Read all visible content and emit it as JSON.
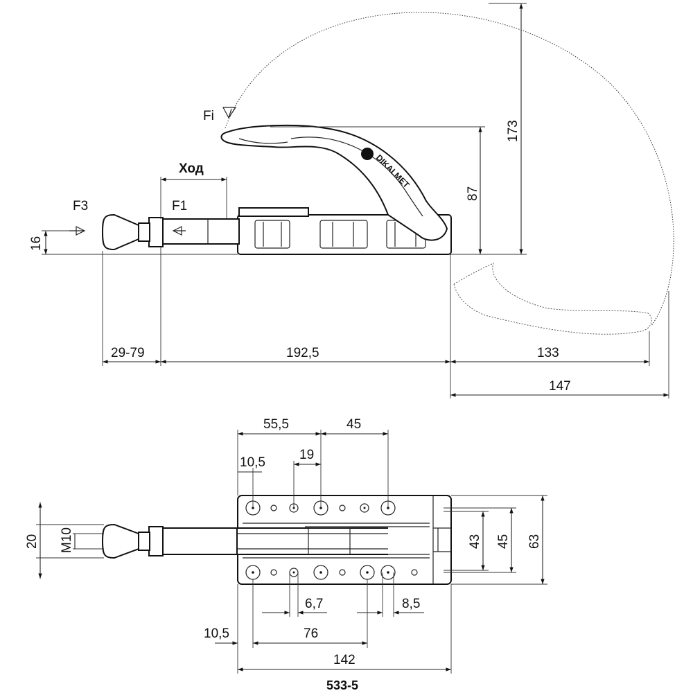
{
  "side_view": {
    "labels": {
      "fi": "Fi",
      "stroke": "Ход",
      "f3": "F3",
      "f1": "F1",
      "brand": "DIKALMET"
    },
    "dimensions": {
      "h173": "173",
      "h87": "87",
      "h16": "16",
      "w29_79": "29-79",
      "w192_5": "192,5",
      "w133": "133",
      "w147": "147"
    }
  },
  "top_view": {
    "dimensions": {
      "w55_5": "55,5",
      "w45": "45",
      "w10_5_top": "10,5",
      "w19": "19",
      "h20": "20",
      "m10": "M10",
      "h43": "43",
      "h45": "45",
      "h63": "63",
      "w6_7": "6,7",
      "w8_5": "8,5",
      "w10_5_bottom": "10,5",
      "w76": "76",
      "w142": "142"
    }
  },
  "model": "533-5",
  "colors": {
    "line": "#111111",
    "background": "#ffffff"
  }
}
